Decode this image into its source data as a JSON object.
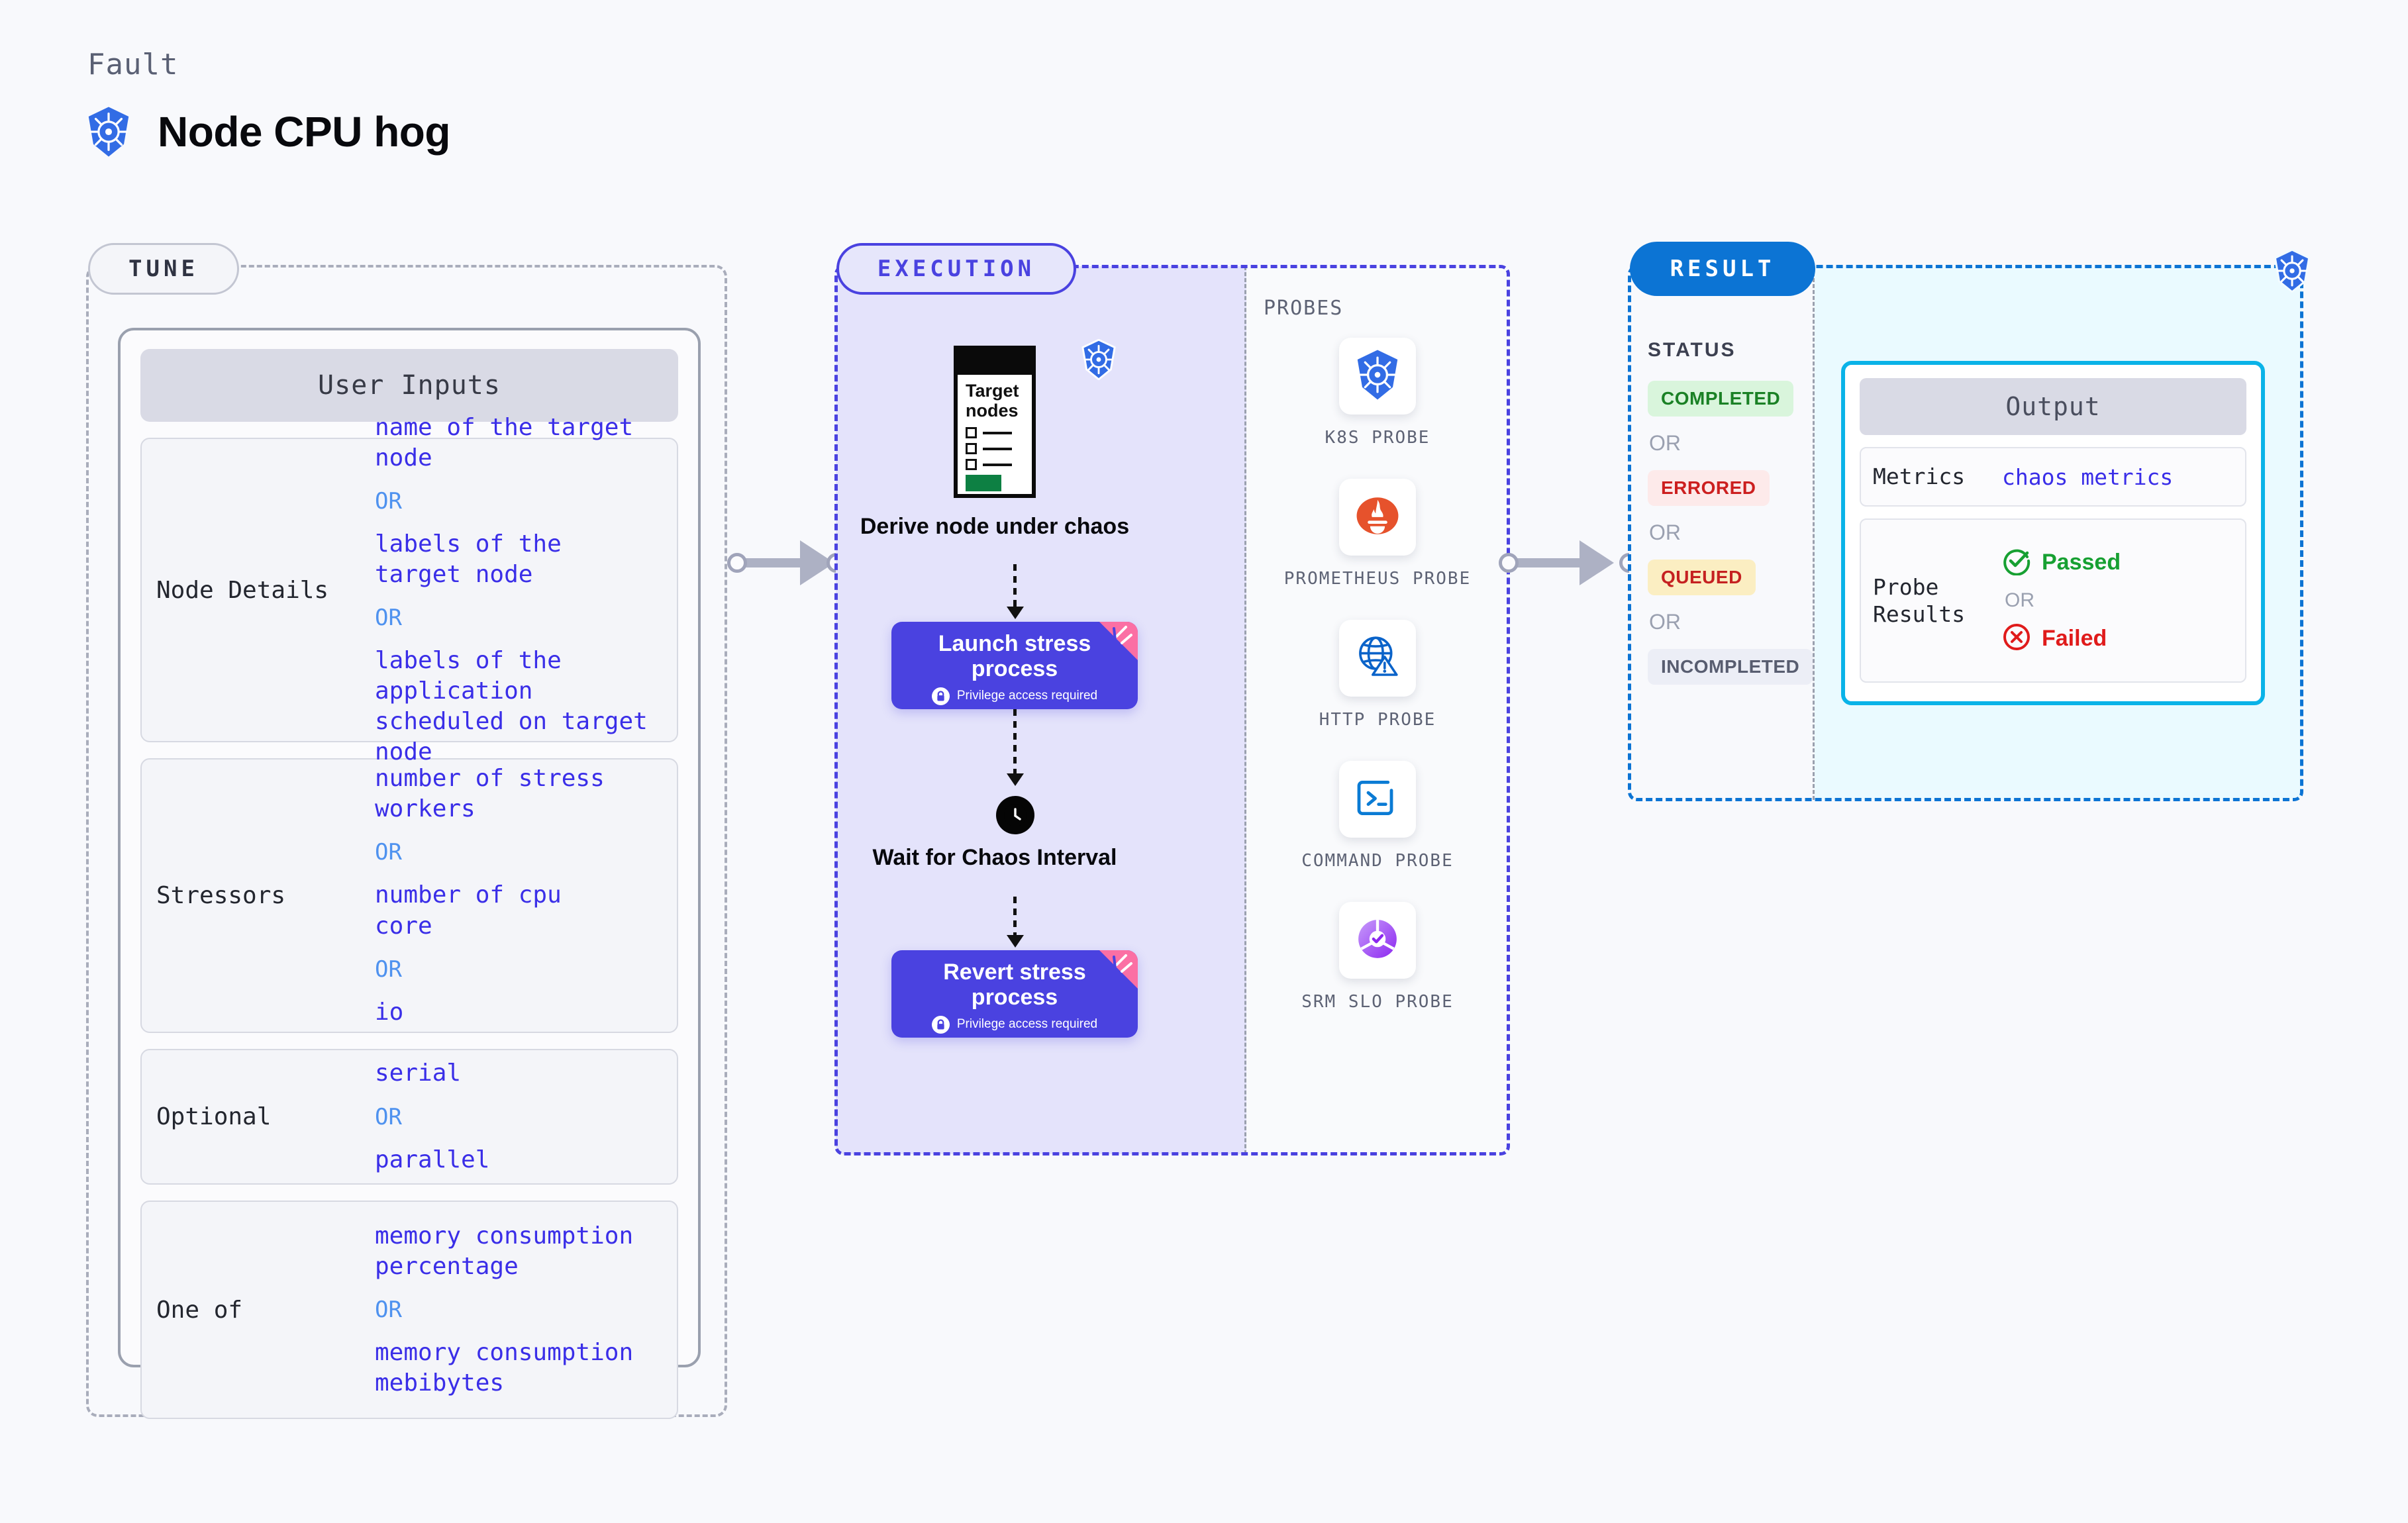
{
  "header": {
    "eyebrow": "Fault",
    "title": "Node CPU hog",
    "icon": "kubernetes-icon"
  },
  "colors": {
    "accent_purple": "#4a42e0",
    "accent_blue": "#0c74d4",
    "accent_cyan": "#0ab3e8",
    "value_text": "#3a2ee8",
    "or_text": "#4f92ef",
    "k8s_blue": "#326ce5",
    "ribbon_pink": "#fb6fa4",
    "pass_green": "#17a032",
    "fail_red": "#e01b1b"
  },
  "tune": {
    "pill_label": "TUNE",
    "card_title": "User Inputs",
    "rows": [
      {
        "label": "Node Details",
        "values": [
          "name of the target\nnode",
          "labels of the\ntarget node",
          "labels of the application\n scheduled on target node"
        ],
        "separator": "OR"
      },
      {
        "label": "Stressors",
        "values": [
          "number of stress\nworkers",
          "number of cpu\ncore",
          "io"
        ],
        "separator": "OR"
      },
      {
        "label": "Optional",
        "values": [
          "serial",
          "parallel"
        ],
        "separator": "OR"
      },
      {
        "label": "One of",
        "values": [
          "memory consumption\npercentage",
          "memory consumption\nmebibytes"
        ],
        "separator": "OR"
      }
    ]
  },
  "execution": {
    "pill_label": "EXECUTION",
    "steps": [
      {
        "type": "document",
        "doc_title": "Target\nnodes",
        "caption": "Derive node under\nchaos",
        "badge_icon": "kubernetes-icon"
      },
      {
        "type": "action",
        "title": "Launch stress\nprocess",
        "note": "Privilege access required",
        "note_icon": "lock-icon",
        "ribbon_icon": "harness-ribbon-icon"
      },
      {
        "type": "wait",
        "caption": "Wait for Chaos\nInterval",
        "icon": "clock-icon"
      },
      {
        "type": "action",
        "title": "Revert stress\nprocess",
        "note": "Privilege access required",
        "note_icon": "lock-icon",
        "ribbon_icon": "harness-ribbon-icon"
      }
    ]
  },
  "probes": {
    "label": "PROBES",
    "items": [
      {
        "name": "K8S PROBE",
        "icon": "kubernetes-icon"
      },
      {
        "name": "PROMETHEUS\nPROBE",
        "icon": "prometheus-icon"
      },
      {
        "name": "HTTP PROBE",
        "icon": "globe-warning-icon"
      },
      {
        "name": "COMMAND\nPROBE",
        "icon": "terminal-icon"
      },
      {
        "name": "SRM SLO\nPROBE",
        "icon": "slo-donut-icon"
      }
    ]
  },
  "result": {
    "pill_label": "RESULT",
    "status_label": "STATUS",
    "separator": "OR",
    "statuses": [
      {
        "label": "COMPLETED",
        "style": "completed"
      },
      {
        "label": "ERRORED",
        "style": "errored"
      },
      {
        "label": "QUEUED",
        "style": "queued"
      },
      {
        "label": "INCOMPLETED",
        "style": "incompleted"
      }
    ],
    "corner_icon": "kubernetes-icon",
    "output": {
      "title": "Output",
      "metrics_label": "Metrics",
      "metrics_value": "chaos metrics",
      "probe_results_label": "Probe\nResults",
      "passed_label": "Passed",
      "failed_label": "Failed",
      "separator": "OR",
      "passed_icon": "check-circle-icon",
      "failed_icon": "x-circle-icon"
    }
  }
}
